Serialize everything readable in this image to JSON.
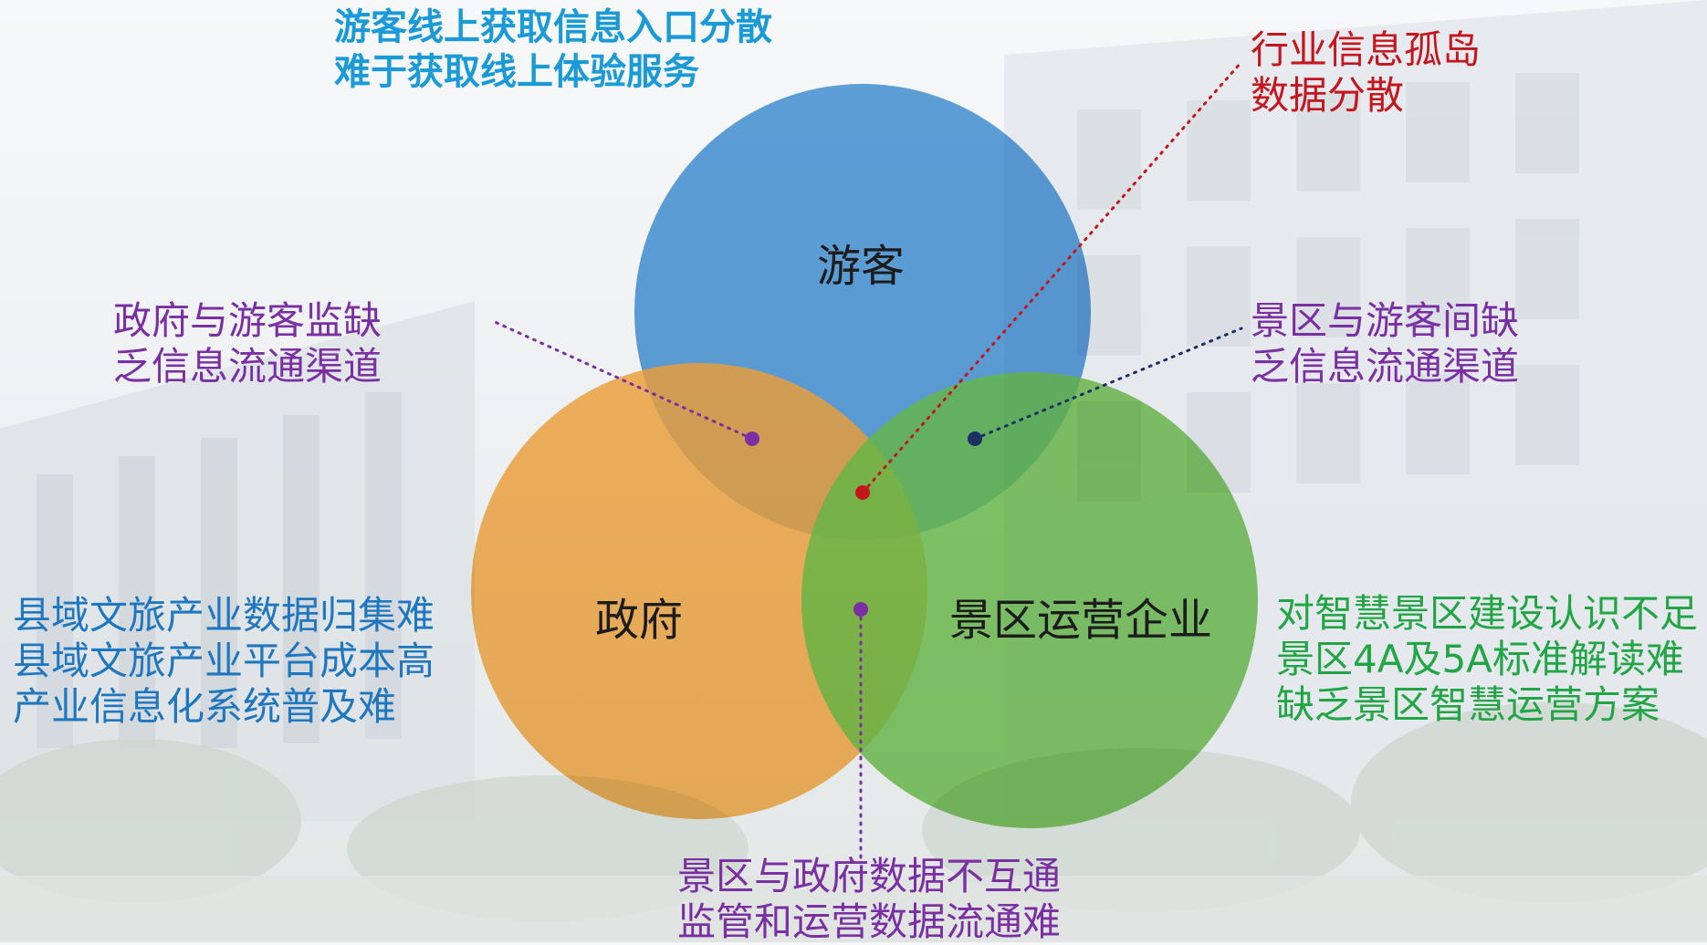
{
  "colors": {
    "tourist_circle": "#3d8fd6",
    "government_circle": "#fba73a",
    "enterprise_circle": "#6cc24a",
    "tourist_issue_text": "#1a9ad6",
    "industry_issue_text": "#c5161d",
    "purple_text": "#7a2fa3",
    "blue_text": "#1f77bf",
    "green_text": "#22a645",
    "red_dot": "#c5161d",
    "purple_dot": "#7a2fa3",
    "navy_dot": "#1d2f63"
  },
  "circles": {
    "tourist": "游客",
    "government": "政府",
    "enterprise": "景区运营企业"
  },
  "notes": {
    "tourist_issue": [
      "游客线上获取信息入口分散",
      "难于获取线上体验服务"
    ],
    "industry_issue": [
      "行业信息孤岛",
      "数据分散"
    ],
    "gov_tourist_issue": [
      "政府与游客监缺",
      "乏信息流通渠道"
    ],
    "scenic_tourist_issue": [
      "景区与游客间缺",
      "乏信息流通渠道"
    ],
    "county_issue": [
      "县域文旅产业数据归集难",
      "县域文旅产业平台成本高",
      "产业信息化系统普及难"
    ],
    "scenic_issue": [
      "对智慧景区建设认识不足",
      "景区4A及5A标准解读难",
      "缺乏景区智慧运营方案"
    ],
    "scenic_gov_issue": [
      "景区与政府数据不互通",
      "监管和运营数据流通难"
    ]
  }
}
